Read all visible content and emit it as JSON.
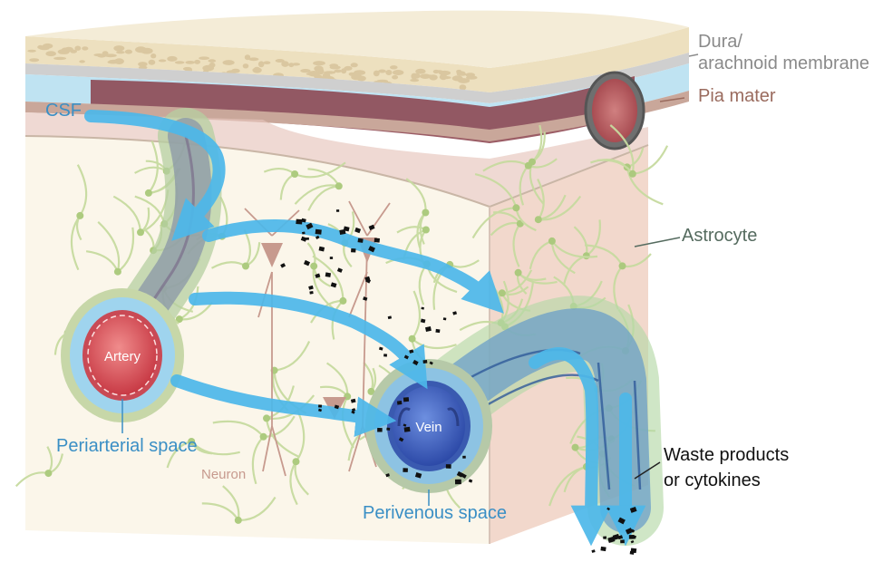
{
  "labels": {
    "dura": "Dura/",
    "arachnoid": "arachnoid membrane",
    "pia": "Pia mater",
    "csf": "CSF",
    "astrocyte": "Astrocyte",
    "artery": "Artery",
    "periarterial": "Periarterial space",
    "vein": "Vein",
    "perivenous": "Perivenous space",
    "neuron": "Neuron",
    "waste_line1": "Waste products",
    "waste_line2": "or cytokines"
  },
  "colors": {
    "csf_flow": "#4db8ea",
    "dura": "#ede0bf",
    "membrane": "#cfcfcf",
    "csf_layer": "#bfe3f2",
    "pia": "#c9a79a",
    "parenchyma_front": "#fbf6ea",
    "parenchyma_side": "#f2d8cc",
    "astrocyte": "#c7dba0",
    "artery": "#d9505a",
    "vein": "#3f63c4",
    "perivascular": "#9fd4ee",
    "neuron": "#c79a8e",
    "waste": "#111111",
    "label_grey": "#8a8a8a",
    "label_blue": "#3a8fc5",
    "label_pia": "#9a6b5e",
    "label_astro": "#556b5f"
  }
}
